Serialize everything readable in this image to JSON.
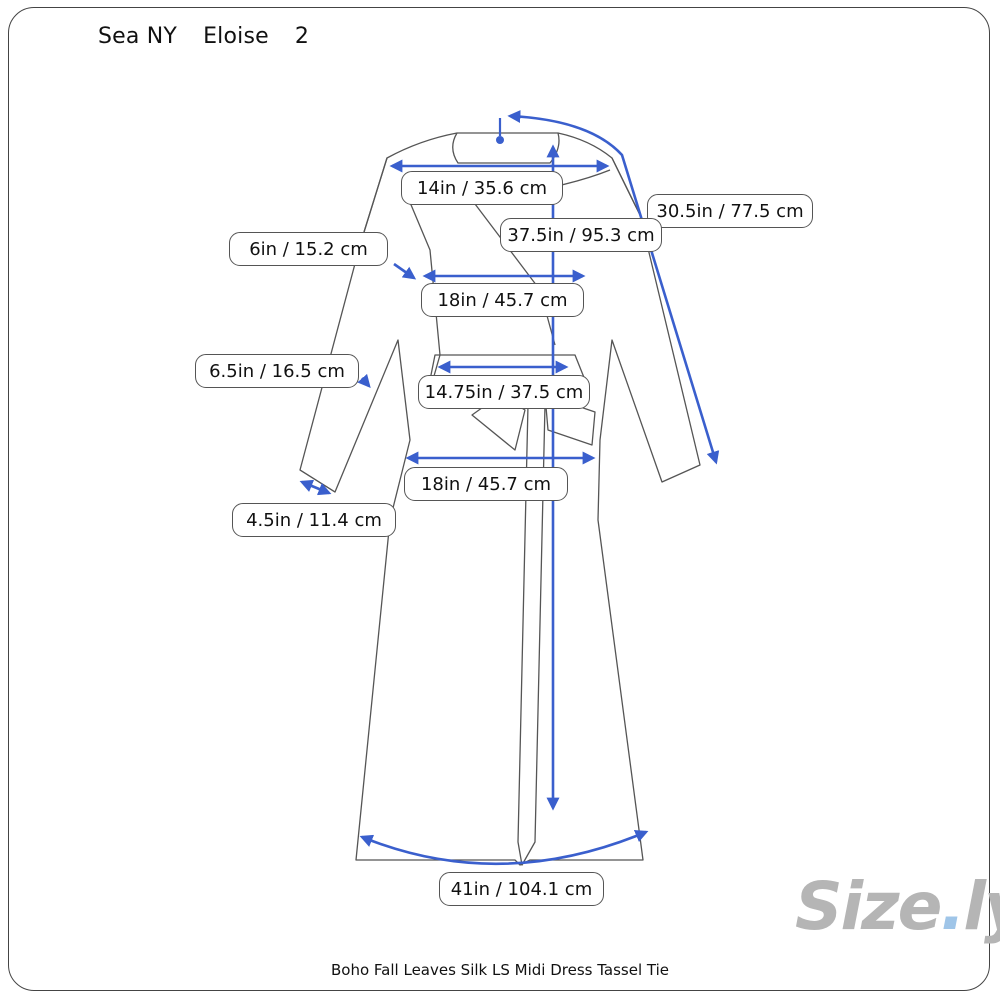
{
  "header": {
    "brand": "Sea NY",
    "model": "Eloise",
    "size": "2"
  },
  "measurements": [
    {
      "id": "shoulder-width",
      "text": "14in / 35.6 cm"
    },
    {
      "id": "sleeve-length",
      "text": "30.5in / 77.5 cm"
    },
    {
      "id": "front-length",
      "text": "37.5in / 95.3 cm"
    },
    {
      "id": "armhole",
      "text": "6in / 15.2 cm"
    },
    {
      "id": "bust",
      "text": "18in / 45.7 cm"
    },
    {
      "id": "bicep",
      "text": "6.5in / 16.5 cm"
    },
    {
      "id": "waist",
      "text": "14.75in / 37.5 cm"
    },
    {
      "id": "hip",
      "text": "18in / 45.7 cm"
    },
    {
      "id": "cuff",
      "text": "4.5in / 11.4 cm"
    },
    {
      "id": "hem",
      "text": "41in / 104.1 cm"
    }
  ],
  "footer": {
    "title": "Boho Fall Leaves Silk LS Midi Dress Tassel Tie"
  },
  "logo": {
    "text_a": "Size",
    "text_dot": ".",
    "text_b": "ly"
  },
  "colors": {
    "arrow": "#3a5fcd",
    "outline": "#555555",
    "frame": "#444444"
  }
}
